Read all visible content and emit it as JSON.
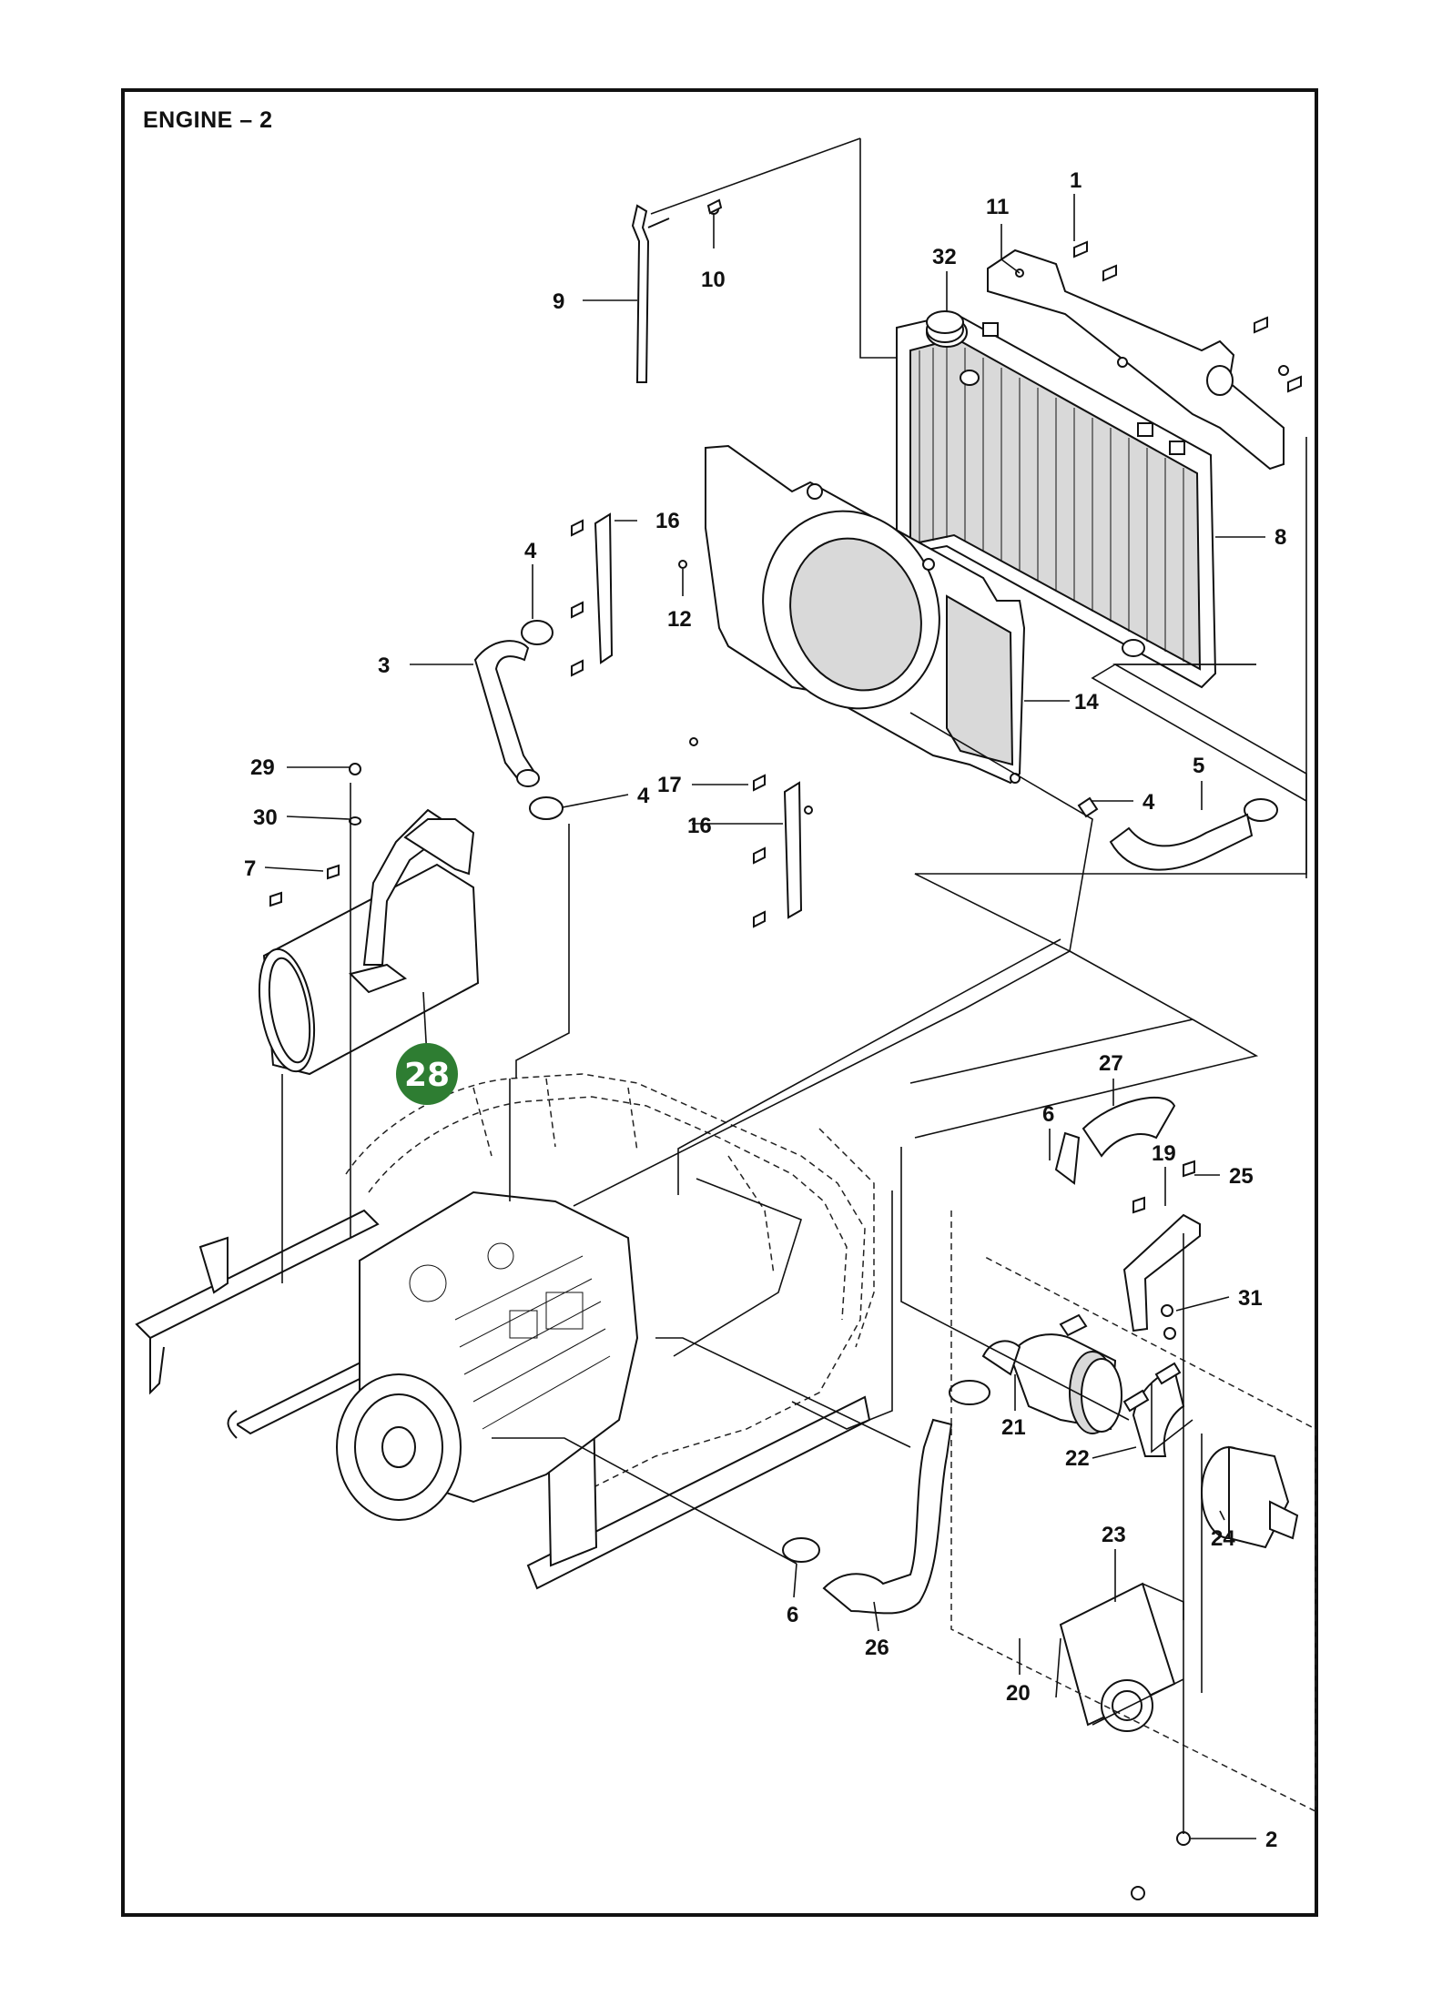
{
  "page": {
    "title": "ENGINE – 2"
  },
  "highlight": {
    "label": "28",
    "color": "#2e7d32"
  },
  "colors": {
    "line": "#111111",
    "frame": "#111111",
    "highlight": "#2e7d32"
  },
  "callouts": [
    "1",
    "11",
    "32",
    "10",
    "9",
    "16",
    "4",
    "12",
    "3",
    "8",
    "14",
    "29",
    "30",
    "7",
    "17",
    "4",
    "5",
    "16",
    "4",
    "27",
    "6",
    "19",
    "25",
    "31",
    "21",
    "22",
    "23",
    "24",
    "6",
    "26",
    "20",
    "2"
  ]
}
